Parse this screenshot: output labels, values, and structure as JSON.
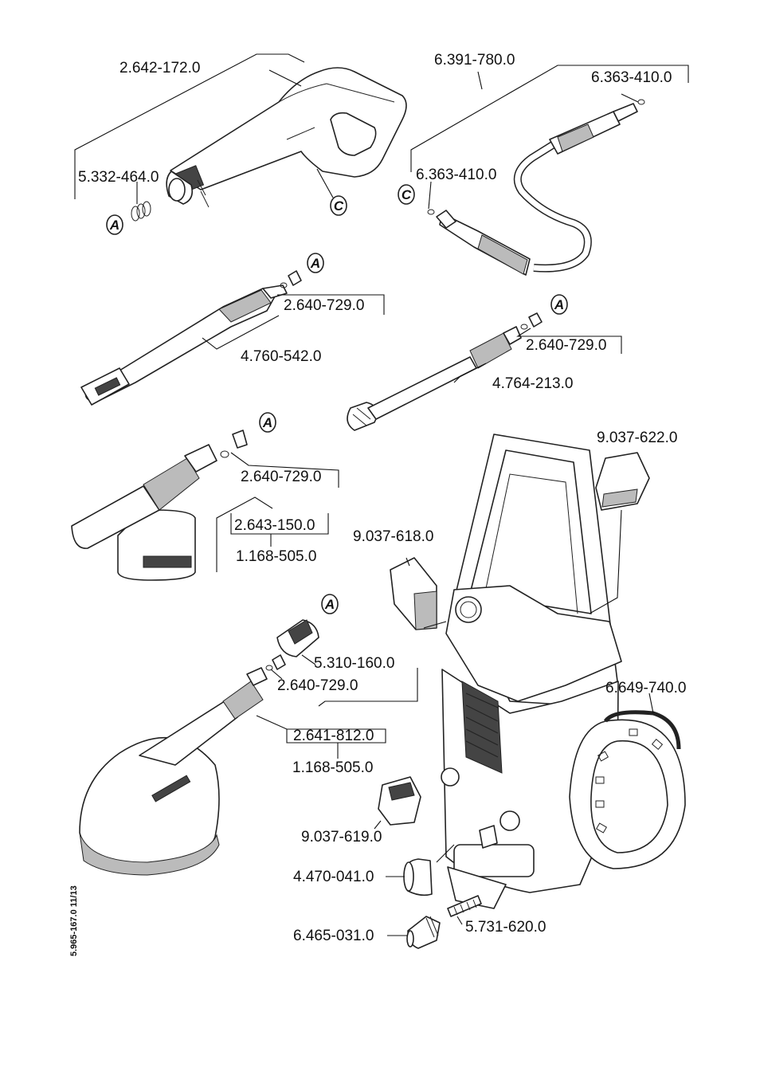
{
  "parts": {
    "gun": "2.642-172.0",
    "gun_spring": "5.332-464.0",
    "hose": "6.391-780.0",
    "hose_oring_top": "6.363-410.0",
    "hose_oring_left": "6.363-410.0",
    "lance1_oring": "2.640-729.0",
    "lance1": "4.760-542.0",
    "lance2_oring": "2.640-729.0",
    "lance2": "4.764-213.0",
    "foam_oring": "2.640-729.0",
    "foam_nozzle": "2.643-150.0",
    "foam_code": "1.168-505.0",
    "brush_cap": "5.310-160.0",
    "brush_oring": "2.640-729.0",
    "brush": "2.641-812.0",
    "brush_code": "1.168-505.0",
    "holder_top": "9.037-622.0",
    "holder_left": "9.037-618.0",
    "holder_low": "9.037-619.0",
    "hose_reel": "6.649-740.0",
    "coupling": "4.470-041.0",
    "filter": "5.731-620.0",
    "adapter": "6.465-031.0"
  },
  "markers": {
    "a": "A",
    "c": "C"
  },
  "side_note": "5.965-167.0  11/13"
}
